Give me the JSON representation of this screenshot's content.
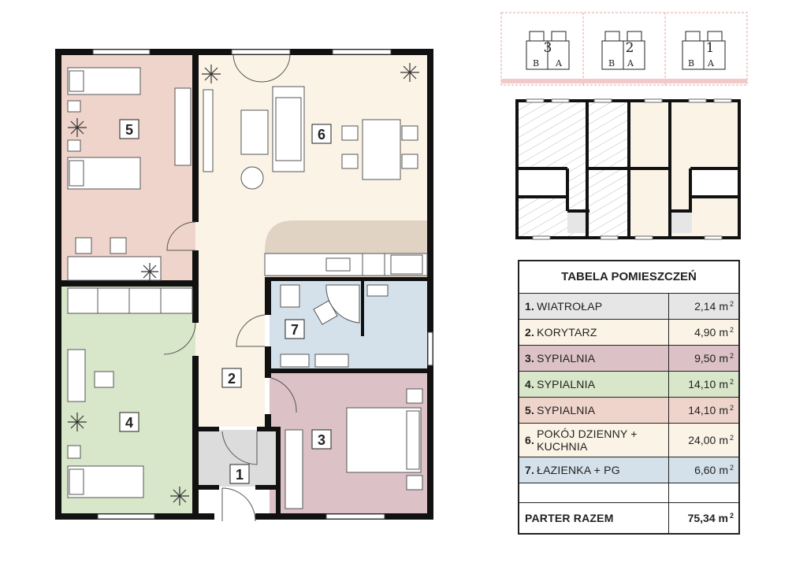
{
  "rooms_on_plan": [
    {
      "number": "1",
      "color": "#dcdcdc"
    },
    {
      "number": "2",
      "color": "#fbf4e6"
    },
    {
      "number": "3",
      "color": "#dcc1c6"
    },
    {
      "number": "4",
      "color": "#d8e6c9"
    },
    {
      "number": "5",
      "color": "#efd4cb"
    },
    {
      "number": "6",
      "color": "#fbf4e6"
    },
    {
      "number": "7",
      "color": "#d4e1ea"
    }
  ],
  "thumbnail": {
    "units": [
      {
        "number": "3",
        "left": "B",
        "right": "A"
      },
      {
        "number": "2",
        "left": "B",
        "right": "A"
      },
      {
        "number": "1",
        "left": "B",
        "right": "A"
      }
    ]
  },
  "table": {
    "title": "TABELA POMIESZCZEŃ",
    "unit": "m",
    "unit_exp": "2",
    "rows": [
      {
        "num": "1.",
        "name": "WIATROŁAP",
        "area": "2,14",
        "color": "#e6e6e6"
      },
      {
        "num": "2.",
        "name": "KORYTARZ",
        "area": "4,90",
        "color": "#fbf4e6"
      },
      {
        "num": "3.",
        "name": "SYPIALNIA",
        "area": "9,50",
        "color": "#dcc1c6"
      },
      {
        "num": "4.",
        "name": "SYPIALNIA",
        "area": "14,10",
        "color": "#d8e6c9"
      },
      {
        "num": "5.",
        "name": "SYPIALNIA",
        "area": "14,10",
        "color": "#efd4cb"
      },
      {
        "num": "6.",
        "name": "POKÓJ DZIENNY + KUCHNIA",
        "area": "24,00",
        "color": "#fbf4e6"
      },
      {
        "num": "7.",
        "name": "ŁAZIENKA + PG",
        "area": "6,60",
        "color": "#d4e1ea"
      },
      {
        "num": "",
        "name": "",
        "area": "",
        "color": "#ffffff"
      }
    ],
    "total_label": "PARTER RAZEM",
    "total_area": "75,34"
  }
}
